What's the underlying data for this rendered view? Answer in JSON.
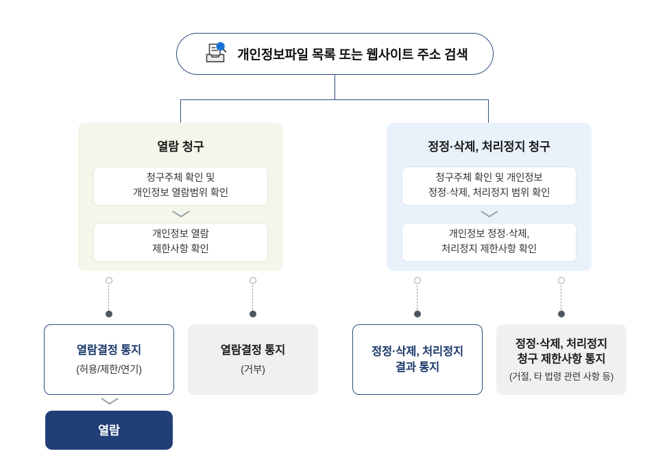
{
  "colors": {
    "navy_line": "#2b4a7d",
    "navy_text": "#1d3a6b",
    "button_navy": "#223e76",
    "panel_green": "#f3f6ea",
    "panel_blue": "#e9f2fb",
    "gray_box": "#f0f0f0",
    "magnifier_blue": "#1a74d2",
    "connector_gray": "#9aa0a6"
  },
  "header": {
    "label": "개인정보파일 목록 또는 웹사이트 주소 검색",
    "icon": "file-search-icon"
  },
  "panels": [
    {
      "title": "열람 청구",
      "steps": [
        "청구주체 확인 및\n개인정보 열람범위 확인",
        "개인정보 열람\n제한사항 확인"
      ]
    },
    {
      "title": "정정·삭제, 처리정지 청구",
      "steps": [
        "청구주체 확인 및 개인정보\n정정·삭제, 처리정지 범위 확인",
        "개인정보 정정·삭제,\n처리정지 제한사항 확인"
      ]
    }
  ],
  "outcomes": [
    {
      "title": "열람결정 통지",
      "subtitle": "(허용/제한/연기)",
      "variant": "outlined"
    },
    {
      "title": "열람결정 통지",
      "subtitle": "(거부)",
      "variant": "filled"
    },
    {
      "title": "정정·삭제, 처리정지\n결과 통지",
      "subtitle": "",
      "variant": "outlined"
    },
    {
      "title": "정정·삭제, 처리정지\n청구 제한사항 통지",
      "subtitle": "(거절, 타 법령 관련 사항 등)",
      "variant": "filled"
    }
  ],
  "action": {
    "label": "열람"
  }
}
